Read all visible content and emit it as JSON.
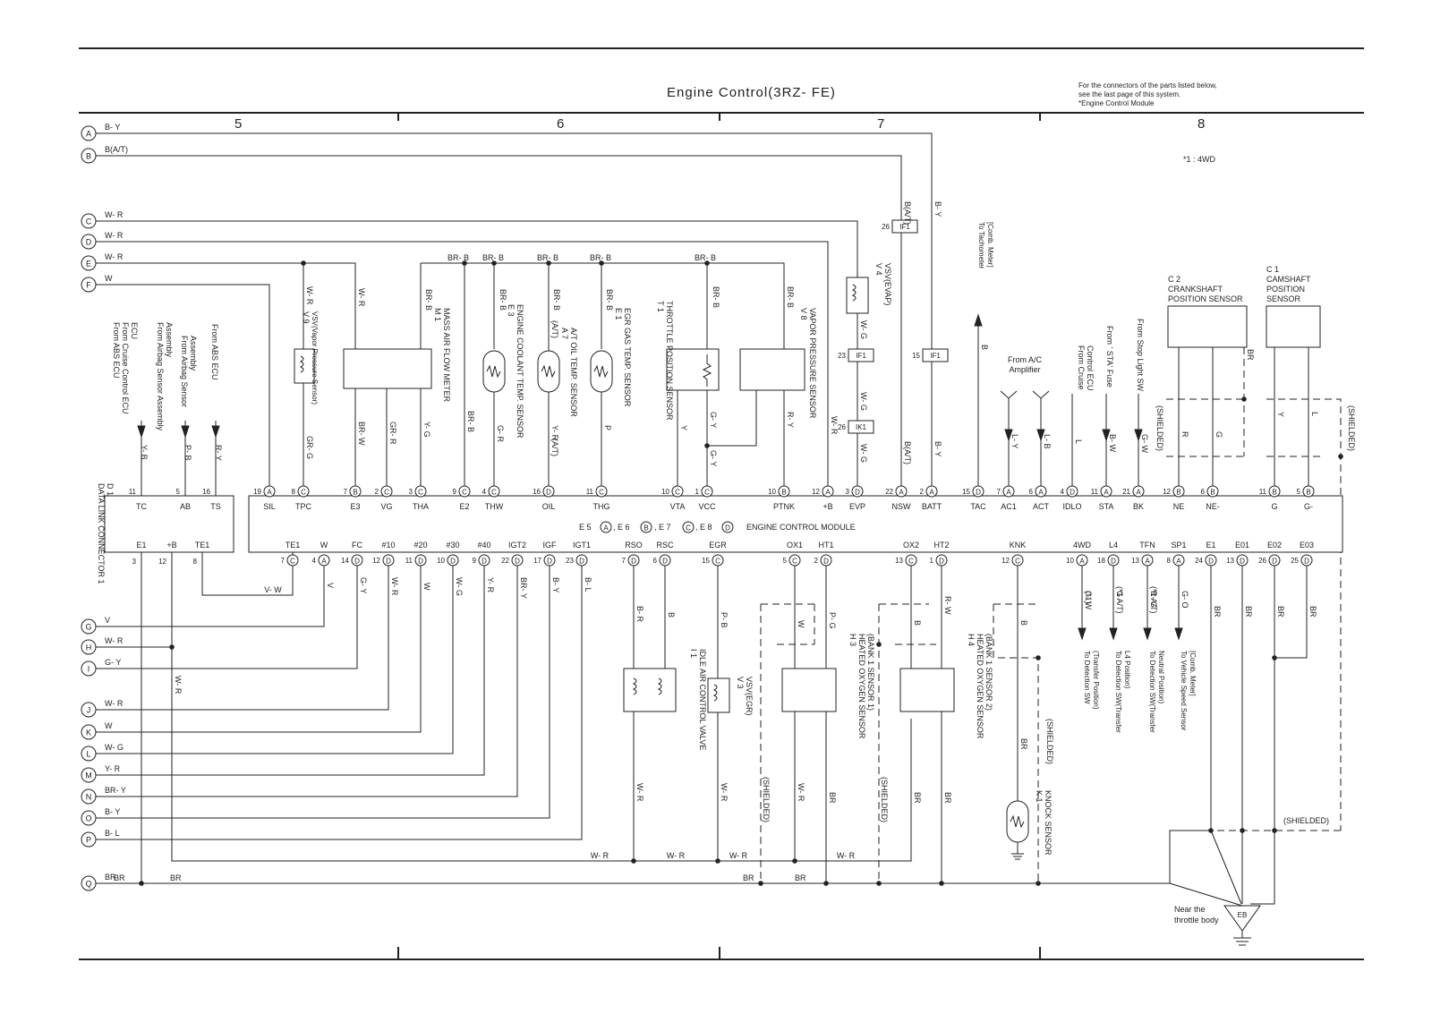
{
  "header": {
    "title": "Engine Control(3RZ- FE)",
    "note_lines": [
      "For the connectors of the parts listed below,",
      "see the last page of this system.",
      "*Engine Control Module"
    ],
    "footnote": "*1 : 4WD",
    "columns": [
      "5",
      "6",
      "7",
      "8"
    ]
  },
  "circles": [
    "A",
    "B",
    "C",
    "D",
    "E",
    "F",
    "G",
    "H",
    "I",
    "J",
    "K",
    "L",
    "M",
    "N",
    "O",
    "P",
    "Q"
  ],
  "rail_colors": {
    "A": "B- Y",
    "B": "B(A/T)",
    "C": "W- R",
    "D": "W- R",
    "E": "W- R",
    "F": "W",
    "G": "V",
    "H": "W- R",
    "I": "G- Y",
    "J": "W- R",
    "K": "W",
    "L": "W- G",
    "M": "Y- R",
    "N": "BR- Y",
    "O": "B- Y",
    "P": "B- L",
    "Q": "BR"
  },
  "dlc": {
    "id": "D 1",
    "name": "DATA LINK CONNECTOR 1",
    "top_pins": [
      {
        "n": "11",
        "t": "TC"
      },
      {
        "n": "5",
        "t": "AB"
      },
      {
        "n": "16",
        "t": "TS"
      }
    ],
    "bottom_pins": [
      {
        "n": "3",
        "t": "E1"
      },
      {
        "n": "12",
        "t": "+B"
      },
      {
        "n": "8",
        "t": "TE1"
      }
    ],
    "sources": [
      "From ABS ECU",
      "From Cruise Control ECU",
      "From Airbag Sensor Assembly",
      "From Airbag Sensor Assembly",
      "From ABS ECU"
    ],
    "wires": [
      "Y- B",
      "P- B",
      "R- Y"
    ]
  },
  "ecm": {
    "caption_parts": [
      "E 5",
      "A",
      ", E 6",
      "B",
      ", E 7",
      "C",
      ", E 8",
      "D",
      "ENGINE CONTROL MODULE"
    ],
    "top_pins": [
      {
        "n": "19",
        "c": "A",
        "t": "SIL"
      },
      {
        "n": "8",
        "c": "C",
        "t": "TPC"
      },
      {
        "n": "7",
        "c": "B",
        "t": "E3"
      },
      {
        "n": "2",
        "c": "C",
        "t": "VG"
      },
      {
        "n": "3",
        "c": "C",
        "t": "THA"
      },
      {
        "n": "9",
        "c": "C",
        "t": "E2"
      },
      {
        "n": "4",
        "c": "C",
        "t": "THW"
      },
      {
        "n": "16",
        "c": "D",
        "t": "OIL"
      },
      {
        "n": "11",
        "c": "C",
        "t": "THG"
      },
      {
        "n": "10",
        "c": "C",
        "t": "VTA"
      },
      {
        "n": "1",
        "c": "C",
        "t": "VCC"
      },
      {
        "n": "10",
        "c": "B",
        "t": "PTNK"
      },
      {
        "n": "12",
        "c": "A",
        "t": "+B"
      },
      {
        "n": "3",
        "c": "D",
        "t": "EVP"
      },
      {
        "n": "22",
        "c": "A",
        "t": "NSW"
      },
      {
        "n": "2",
        "c": "A",
        "t": "BATT"
      },
      {
        "n": "15",
        "c": "D",
        "t": "TAC"
      },
      {
        "n": "7",
        "c": "A",
        "t": "AC1"
      },
      {
        "n": "6",
        "c": "A",
        "t": "ACT"
      },
      {
        "n": "4",
        "c": "D",
        "t": "IDLO"
      },
      {
        "n": "11",
        "c": "A",
        "t": "STA"
      },
      {
        "n": "21",
        "c": "A",
        "t": "BK"
      },
      {
        "n": "12",
        "c": "B",
        "t": "NE"
      },
      {
        "n": "6",
        "c": "B",
        "t": "NE-"
      },
      {
        "n": "11",
        "c": "B",
        "t": "G"
      },
      {
        "n": "5",
        "c": "B",
        "t": "G-"
      }
    ],
    "bottom_pins": [
      {
        "n": "7",
        "c": "C",
        "t": "TE1"
      },
      {
        "n": "4",
        "c": "A",
        "t": "W"
      },
      {
        "n": "14",
        "c": "D",
        "t": "FC"
      },
      {
        "n": "12",
        "c": "D",
        "t": "#10"
      },
      {
        "n": "11",
        "c": "D",
        "t": "#20"
      },
      {
        "n": "10",
        "c": "D",
        "t": "#30"
      },
      {
        "n": "9",
        "c": "D",
        "t": "#40"
      },
      {
        "n": "22",
        "c": "D",
        "t": "IGT2"
      },
      {
        "n": "17",
        "c": "D",
        "t": "IGF"
      },
      {
        "n": "23",
        "c": "D",
        "t": "IGT1"
      },
      {
        "n": "7",
        "c": "D",
        "t": "RSO"
      },
      {
        "n": "6",
        "c": "D",
        "t": "RSC"
      },
      {
        "n": "15",
        "c": "C",
        "t": "EGR"
      },
      {
        "n": "5",
        "c": "C",
        "t": "OX1"
      },
      {
        "n": "2",
        "c": "D",
        "t": "HT1"
      },
      {
        "n": "13",
        "c": "C",
        "t": "OX2"
      },
      {
        "n": "1",
        "c": "D",
        "t": "HT2"
      },
      {
        "n": "12",
        "c": "C",
        "t": "KNK"
      },
      {
        "n": "10",
        "c": "A",
        "t": "4WD"
      },
      {
        "n": "18",
        "c": "D",
        "t": "L4"
      },
      {
        "n": "13",
        "c": "A",
        "t": "TFN"
      },
      {
        "n": "8",
        "c": "A",
        "t": "SP1"
      },
      {
        "n": "24",
        "c": "D",
        "t": "E1"
      },
      {
        "n": "13",
        "c": "D",
        "t": "E01"
      },
      {
        "n": "26",
        "c": "D",
        "t": "E02"
      },
      {
        "n": "25",
        "c": "D",
        "t": "E03"
      }
    ]
  },
  "components": {
    "V9": {
      "id": "V 9",
      "name": "VSV(Vapor Pressure Sensor)"
    },
    "M1": {
      "id": "M 1",
      "name": "MASS AIR FLOW METER"
    },
    "E3": {
      "id": "E 3",
      "name": "ENGINE COOLANT TEMP. SENSOR"
    },
    "A7": {
      "id": "A 7",
      "name": "A/T OIL TEMP. SENSOR"
    },
    "E1": {
      "id": "E 1",
      "name": "EGR GAS TEMP. SENSOR"
    },
    "T1": {
      "id": "T 1",
      "name": "THROTTLE POSITION SENSOR"
    },
    "V8": {
      "id": "V 8",
      "name": "VAPOR PRESSURE SENSOR"
    },
    "V4": {
      "id": "V 4",
      "name": "VSV(EVAP)"
    },
    "C2": {
      "id": "C 2",
      "name1": "CRANKSHAFT",
      "name2": "POSITION SENSOR"
    },
    "C1": {
      "id": "C 1",
      "name1": "CAMSHAFT",
      "name2": "POSITION",
      "name3": "SENSOR"
    },
    "I1": {
      "id": "I 1",
      "name": "IDLE AIR CONTROL VALVE"
    },
    "V3": {
      "id": "V 3",
      "name": "VSV(EGR)"
    },
    "H3": {
      "id": "H 3",
      "name": "HEATED OXYGEN SENSOR",
      "sub": "(BANK 1 SENSOR 1)"
    },
    "H4": {
      "id": "H 4",
      "name": "HEATED OXYGEN SENSOR",
      "sub": "(BANK 1 SENSOR 2)"
    },
    "K1": {
      "id": "K 1",
      "name": "KNOCK SENSOR"
    }
  },
  "connectors": [
    {
      "pin": "26",
      "id": "IF1"
    },
    {
      "pin": "23",
      "id": "IF1"
    },
    {
      "pin": "26",
      "id": "IK1"
    },
    {
      "pin": "15",
      "id": "IF1"
    }
  ],
  "right_labels": {
    "tach": [
      "To Tachometer",
      "[Comb. Meter]"
    ],
    "ac": [
      "From A/C",
      "Amplifier"
    ],
    "cruise": [
      "From Cruise",
      "Control ECU"
    ],
    "sta": "From ' STA' Fuse",
    "stop": "From Stop Light SW",
    "det1": [
      "To Detection SW",
      "(Transfer Position)"
    ],
    "det2": [
      "To Detection SW(Transfer",
      "L4 Position)"
    ],
    "det3": [
      "To Detection SW(Transfer",
      "Neutral Position)"
    ],
    "speed": [
      "To Vehicle Speed Sensor",
      "[Comb. Meter]"
    ],
    "ground": [
      "Near the",
      "throttle body"
    ],
    "ground_id": "EB",
    "shielded": "(SHIELDED)"
  },
  "wire_labels": {
    "top": [
      "W- R",
      "W- R",
      "GR- G",
      "BR- W",
      "GR- R",
      "Y- G",
      "BR- B",
      "BR- B",
      "BR- B",
      "BR- B",
      "BR- B",
      "BR- B",
      "B(A/T)",
      "B- Y",
      "W- G",
      "W- G",
      "B(A/T)",
      "B- Y",
      "W- R",
      "B",
      "L- Y",
      "L- B",
      "L",
      "B- W",
      "G- W",
      "R",
      "G",
      "BR",
      "Y",
      "L",
      "BR- B",
      "G- R",
      "Y- R",
      "P",
      "Y",
      "G- Y",
      "G- Y",
      "R- Y",
      "W- G",
      "(A/T)",
      "(A/T)"
    ],
    "bottom": [
      "V- W",
      "V",
      "G- Y",
      "W- R",
      "W",
      "W- G",
      "Y- R",
      "BR- Y",
      "B- Y",
      "B- L",
      "B- R",
      "B",
      "P- B",
      "P- G",
      "W",
      "R- W",
      "B",
      "B",
      "G- W",
      "G",
      "R- G",
      "G- O",
      "BR",
      "BR",
      "BR",
      "BR",
      "W- R",
      "W- R",
      "W- R",
      "W- R",
      "BR",
      "BR",
      "BR",
      "BR",
      "(*1)",
      "(*1 A/T)",
      "(*1 A/T)"
    ]
  }
}
